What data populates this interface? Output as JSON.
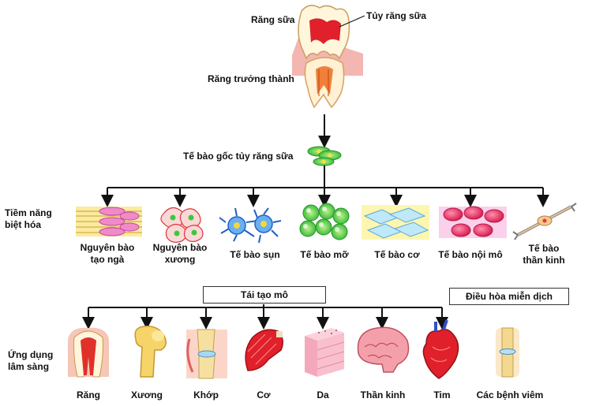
{
  "tooth": {
    "primary_tooth": "Răng sữa",
    "primary_pulp": "Tủy răng sữa",
    "adult_tooth": "Răng trưởng thành"
  },
  "stem_cell_label": "Tế bào gốc tủy răng sữa",
  "differentiation": {
    "row_label": "Tiềm năng\nbiệt hóa",
    "cells": [
      {
        "label": "Nguyên bào\ntạo ngà",
        "icon": "odontoblast-icon"
      },
      {
        "label": "Nguyên bào\nxương",
        "icon": "osteoblast-icon"
      },
      {
        "label": "Tế bào sụn",
        "icon": "chondrocyte-icon"
      },
      {
        "label": "Tế bào mỡ",
        "icon": "adipocyte-icon"
      },
      {
        "label": "Tế bào cơ",
        "icon": "muscle-cell-icon"
      },
      {
        "label": "Tế bào nội mô",
        "icon": "endothelial-cell-icon"
      },
      {
        "label": "Tế bào\nthần kinh",
        "icon": "neuron-icon"
      }
    ]
  },
  "regeneration_box": "Tái tạo mô",
  "immune_box": "Điều hòa miễn dịch",
  "clinical": {
    "row_label": "Ứng dụng\nlâm sàng",
    "items": [
      {
        "label": "Răng",
        "icon": "tooth-icon"
      },
      {
        "label": "Xương",
        "icon": "bone-icon"
      },
      {
        "label": "Khớp",
        "icon": "knee-joint-icon"
      },
      {
        "label": "Cơ",
        "icon": "muscle-icon"
      },
      {
        "label": "Da",
        "icon": "skin-icon"
      },
      {
        "label": "Thần kinh",
        "icon": "brain-icon"
      },
      {
        "label": "Tim",
        "icon": "heart-icon"
      }
    ],
    "immune_item": {
      "label": "Các bệnh viêm",
      "icon": "inflamed-joint-icon"
    }
  }
}
